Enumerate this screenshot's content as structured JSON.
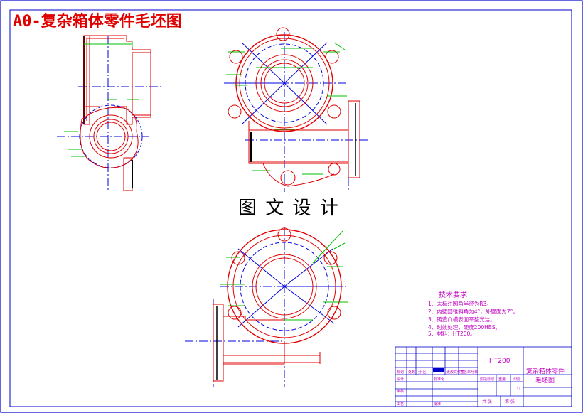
{
  "drawing": {
    "title": "A0-复杂箱体零件毛坯图",
    "watermark": "图 文 设 计"
  },
  "technical_requirements": {
    "heading": "技术要求",
    "items": [
      "1、未标注圆角半径为R3。",
      "2、内壁圆锥斜角为4°，外壁面为7°。",
      "3、铸造凸模表面平整光洁。",
      "4、时效处理，硬度200HBS。",
      "5、材料：HT200。"
    ]
  },
  "title_block": {
    "material": "HT200",
    "part_name_line1": "复杂箱体零件",
    "part_name_line2": "毛坯图",
    "scale": "1:1",
    "labels": {
      "mark": "标记",
      "count": "处数",
      "zone": "分 区",
      "change_doc": "更改文件号",
      "signature": "签名",
      "date": "年月日",
      "design": "设计",
      "standardize": "标准化",
      "stage_mark": "阶段标记",
      "weight": "重量",
      "scale_label": "比例",
      "review": "审核",
      "process": "工艺",
      "approve": "批准",
      "sheets_total": "共 张",
      "sheet_no": "第 张"
    }
  },
  "colors": {
    "part_outline": "#e00000",
    "center_line": "#0000e0",
    "dimension": "#00c000",
    "annotation": "#c000c0",
    "frame": "#0000cc",
    "title_red": "#e00000"
  }
}
